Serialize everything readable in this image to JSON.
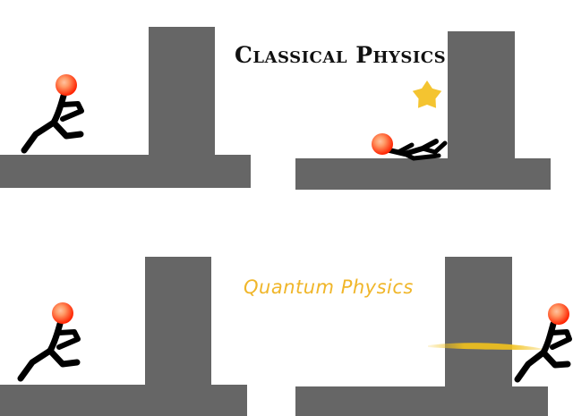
{
  "labels": {
    "classical": "Classical Physics",
    "quantum": "Quantum Physics"
  },
  "colors": {
    "wall": "#666666",
    "figure": "#000000",
    "head_fill": "#ff2200",
    "head_glow": "#ff9a66",
    "star": "#f4c430",
    "quantum_text": "#f0b62a",
    "tunnel_streak": "#f2c21c",
    "classical_text": "#111111"
  },
  "icons": {
    "collision": "star-icon",
    "tunneling": "tunnel-streak"
  }
}
